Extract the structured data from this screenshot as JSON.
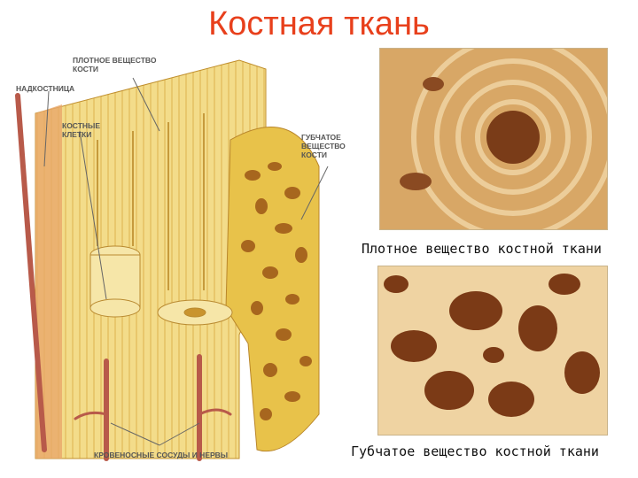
{
  "title": "Костная ткань",
  "labels": {
    "dense_bone": "ПЛОТНОЕ ВЕЩЕСТВО КОСТИ",
    "periosteum": "НАДКОСТНИЦА",
    "bone_cells": "КОСТНЫЕ КЛЕТКИ",
    "spongy_bone": "ГУБЧАТОЕ ВЕЩЕСТВО КОСТИ",
    "vessels_nerves": "КРОВЕНОСНЫЕ СОСУДЫ И НЕРВЫ"
  },
  "captions": {
    "compact": "Плотное вещество костной ткани",
    "spongy": "Губчатое вещество костной ткани"
  },
  "colors": {
    "title": "#e8401c",
    "bone_light": "#f3dc8a",
    "bone_dark": "#d9a93c",
    "vessel": "#b85a4a"
  }
}
